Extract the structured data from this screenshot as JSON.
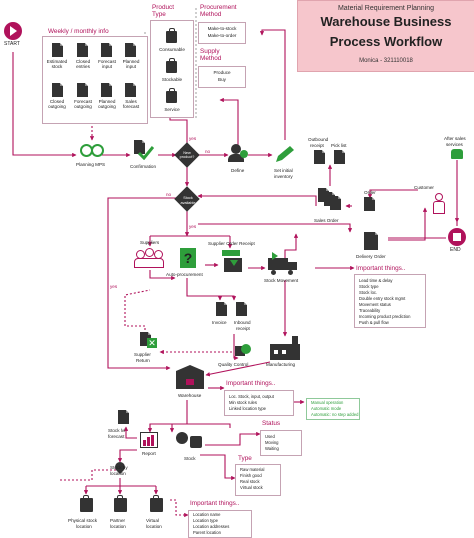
{
  "title_box": {
    "subtitle": "Material Requirement Planning",
    "title_line1": "Warehouse Business",
    "title_line2": "Process Workflow",
    "author": "Monica - 321110018",
    "bg_color": "#f6c6cc"
  },
  "accent_color": "#b0125b",
  "start": {
    "label": "START"
  },
  "end": {
    "label": "END"
  },
  "weekly_info": {
    "header": "Weekly / monthly info",
    "docs": [
      "Estimated stock",
      "Closed entries",
      "Forecast input",
      "Planned input",
      "Closed outgoing",
      "Forecast outgoing",
      "Planned outgoing",
      "Sales forecast"
    ]
  },
  "product_type": {
    "header_line1": "Product",
    "header_line2": "Type",
    "items": [
      "Consumable",
      "Stockable",
      "Service"
    ]
  },
  "procurement_method": {
    "header_line1": "Procurement",
    "header_line2": "Method",
    "items": [
      "Make-to-stock",
      "Make-to-order"
    ]
  },
  "supply_method": {
    "header_line1": "Supply",
    "header_line2": "Method",
    "items": [
      "Produce",
      "Buy"
    ]
  },
  "nodes": {
    "planning": "Planning MPS",
    "confirmation": "Confirmation",
    "new_product": "New product?",
    "new_yes": "yes",
    "new_no": "no",
    "define": "Define",
    "set_inventory_1": "Set initial",
    "set_inventory_2": "inventory",
    "outbound_1": "Outbound",
    "outbound_2": "receipt",
    "pick_list": "Pick list",
    "after_sales_1": "After sales",
    "after_sales_2": "services",
    "customer": "Customer",
    "order": "Order",
    "sales_order": "Sales Order",
    "delivery_order": "Delivery Order",
    "stock_available_1": "Stock",
    "stock_available_2": "available",
    "stock_yes": "yes",
    "stock_no": "no",
    "suppliers": "Suppliers",
    "supplier_order_receipt": "Supplier Order Receipt",
    "auto_procurement": "Auto-procurement",
    "stock_movement": "Stock Movement",
    "invoice": "Invoice",
    "inbound_1": "Inbound",
    "inbound_2": "receipt",
    "supplier_return_1": "Supplier",
    "supplier_return_2": "Return",
    "quality_control": "Quality Control",
    "manufacturing": "Manufacturing",
    "warehouse": "Warehouse",
    "report": "Report",
    "stock": "Stock",
    "stock_lvl_1": "Stock lvl",
    "stock_lvl_2": "forecast",
    "stock_by_1": "Stock by",
    "stock_by_2": "location",
    "physical_1": "Physical stock",
    "physical_2": "location",
    "partner_1": "Partner",
    "partner_2": "location",
    "virtual_1": "Virtual",
    "virtual_2": "location",
    "yes_small": "yes"
  },
  "important_things_1": {
    "header": "Important things..",
    "items": [
      "Lead time & delay",
      "Stock type",
      "Stock loc.",
      "Double entry stock mgmt",
      "Movement status",
      "Traceability",
      "Incoming product prediction",
      "Push & pull flow"
    ]
  },
  "important_things_2": {
    "header": "Important things..",
    "items": [
      "Loc. Stock, input, output",
      "Min stock rules",
      "Linked location type"
    ]
  },
  "operations": {
    "items": [
      "Manual operation",
      "Automatic mode",
      "Automatic: no step added"
    ],
    "color": "#2e9e3b"
  },
  "status": {
    "header": "Status",
    "items": [
      "Used",
      "Moving",
      "Waiting"
    ]
  },
  "type": {
    "header": "Type",
    "items": [
      "Raw material",
      "Finish good",
      "Real stock",
      "Virtual stock"
    ]
  },
  "important_things_3": {
    "header": "Important things..",
    "items": [
      "Location name",
      "Location type",
      "Location addresses",
      "Parent location"
    ]
  }
}
